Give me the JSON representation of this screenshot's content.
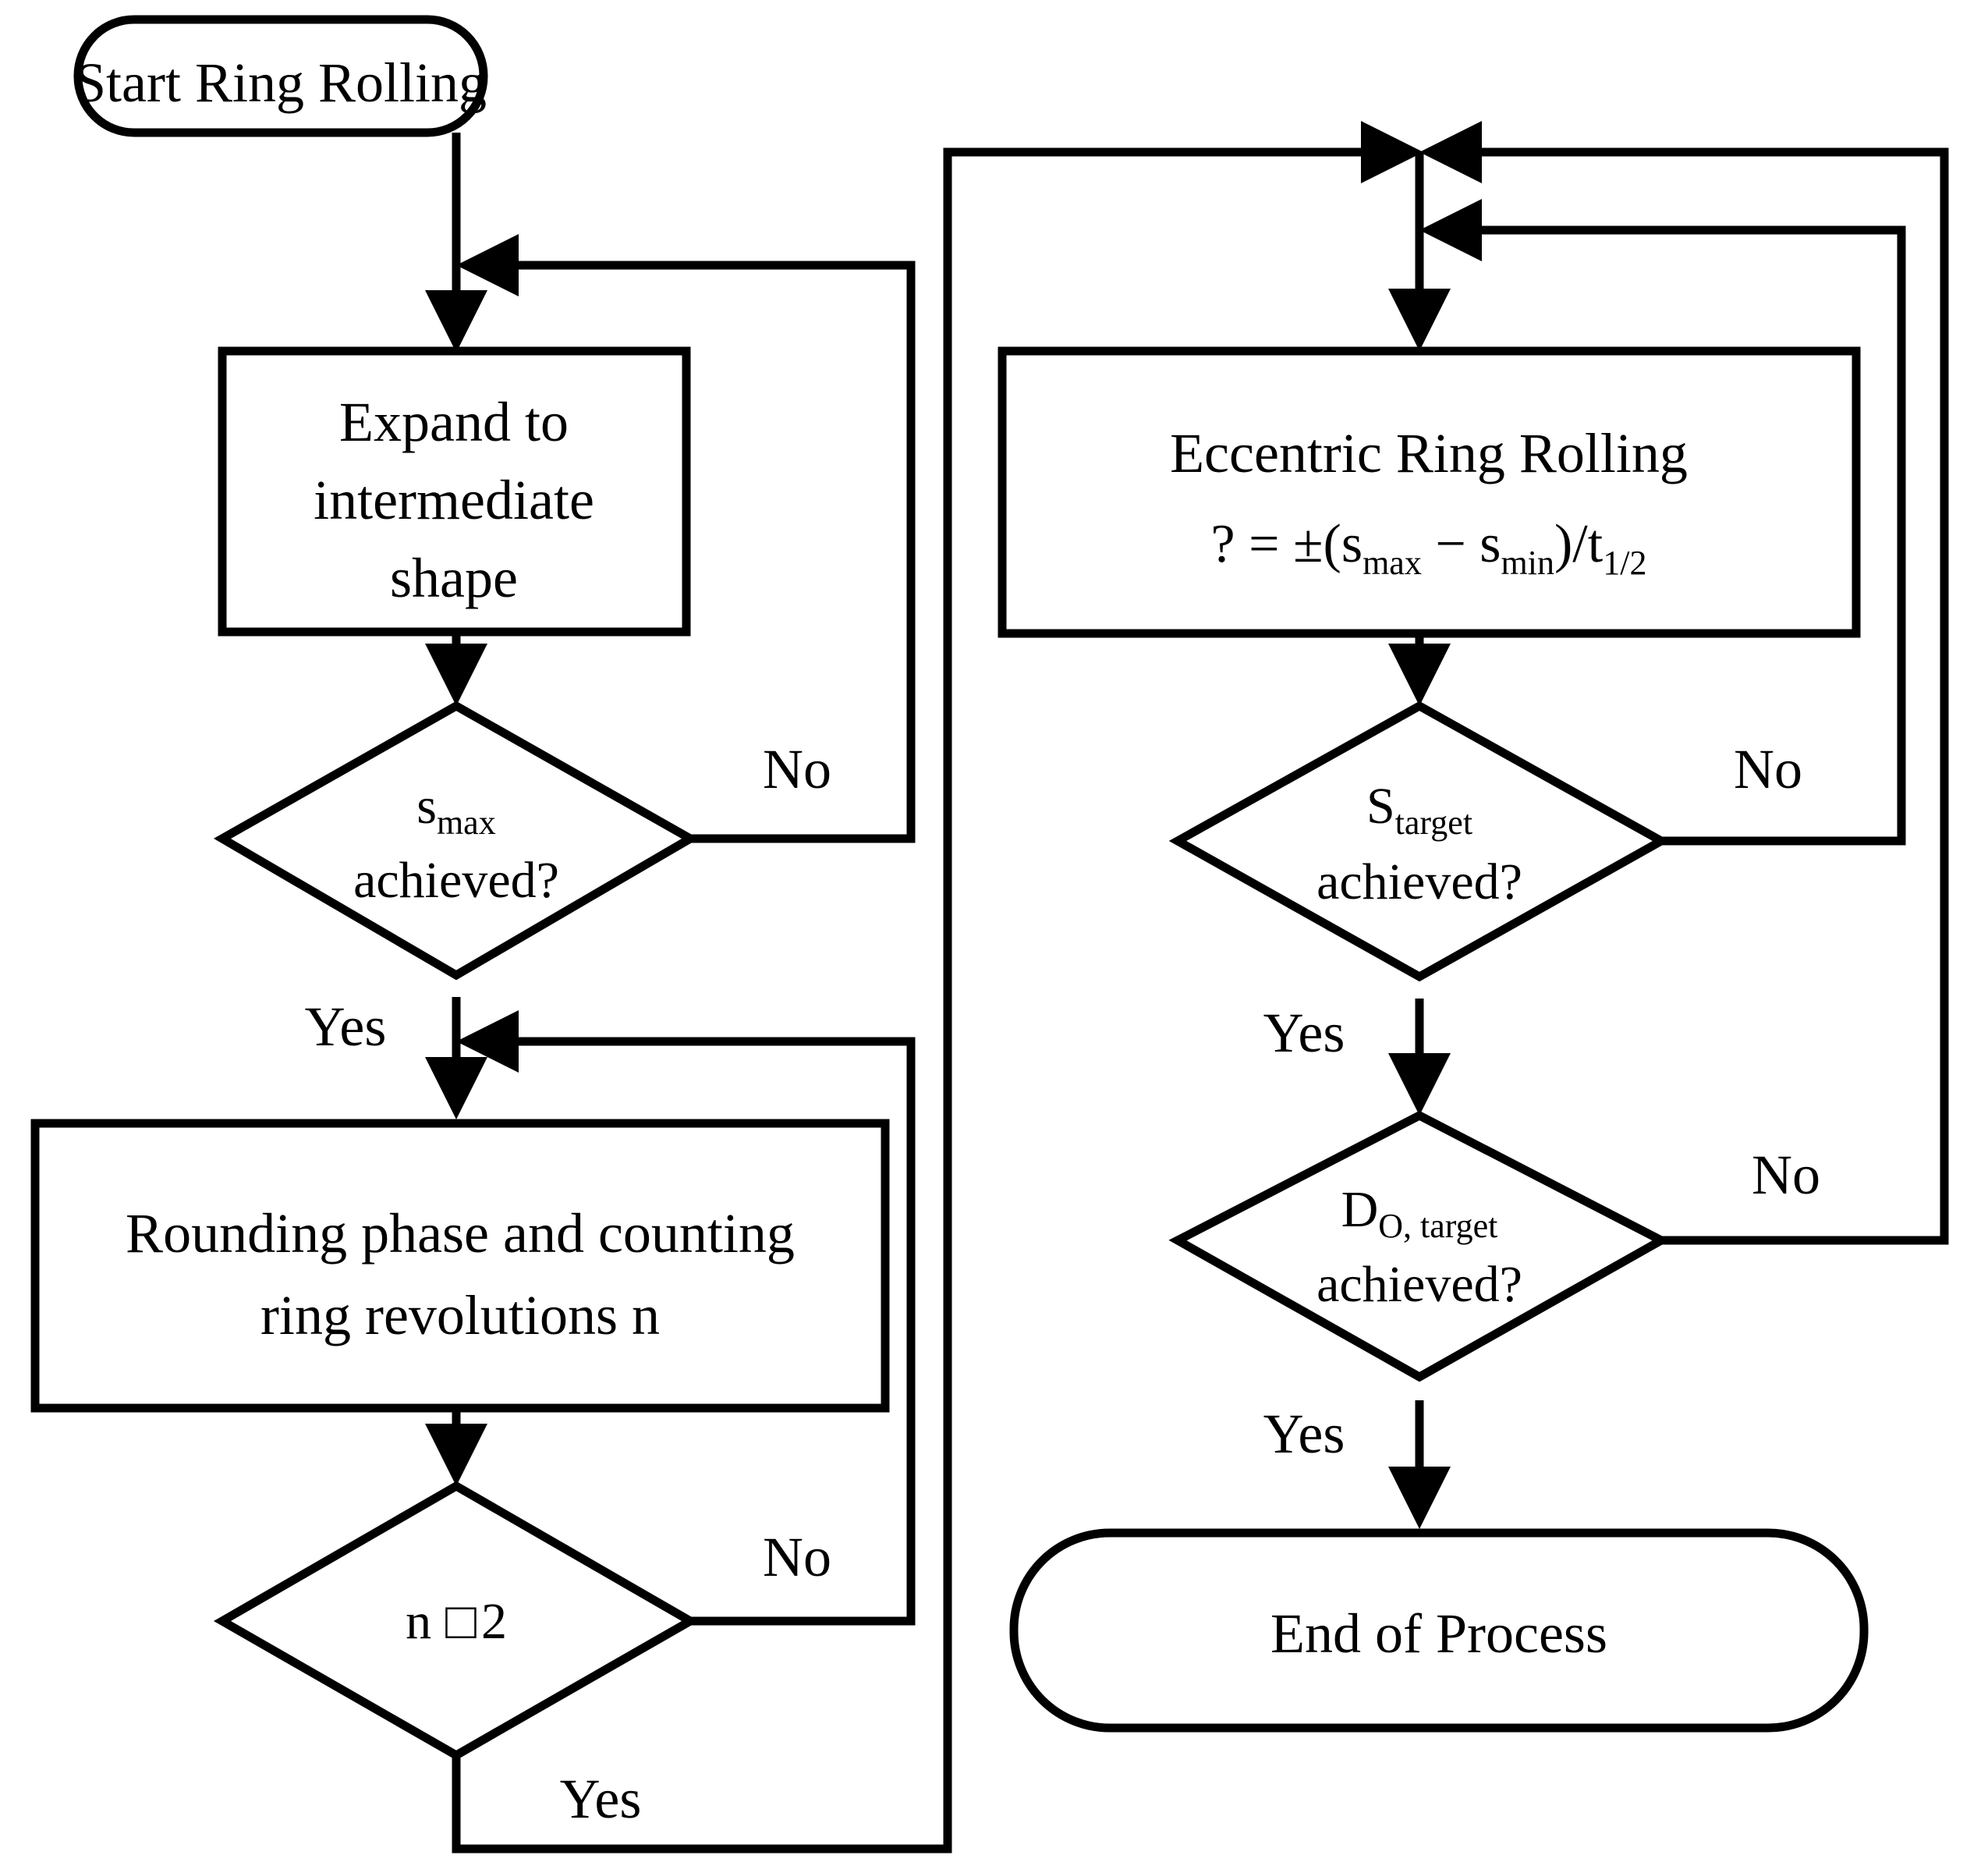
{
  "diagram": {
    "title": "Ring Rolling Process Flowchart",
    "background_color": "#ffffff",
    "line_color": "#000000",
    "line_width": 11
  },
  "nodes": {
    "start": {
      "type": "terminal",
      "label": "Start Ring Rolling"
    },
    "expand": {
      "type": "process",
      "line1": "Expand to",
      "line2": "intermediate",
      "line3": "shape"
    },
    "smax_decision": {
      "type": "decision",
      "var": "s",
      "subscript": "max",
      "question": "achieved?"
    },
    "rounding": {
      "type": "process",
      "line1": "Rounding phase and counting",
      "line2": "ring revolutions n"
    },
    "n_decision": {
      "type": "decision",
      "var": "n",
      "operator": "□",
      "value": "2"
    },
    "eccentric": {
      "type": "process",
      "line1": "Eccentric Ring Rolling",
      "formula_missing_glyph": "?",
      "formula_equals": " = ±(s",
      "formula_sub1": "max",
      "formula_minus": " − s",
      "formula_sub2": "min",
      "formula_close": ")/t",
      "formula_sub3": "1/2"
    },
    "starget_decision": {
      "type": "decision",
      "var": "S",
      "subscript": "target",
      "question": "achieved?"
    },
    "dotarget_decision": {
      "type": "decision",
      "var": "D",
      "subscript": "O, target",
      "question": "achieved?"
    },
    "end": {
      "type": "terminal",
      "label": "End of Process"
    }
  },
  "edge_labels": {
    "smax_no": "No",
    "smax_yes": "Yes",
    "n_no": "No",
    "n_yes": "Yes",
    "starget_no": "No",
    "starget_yes": "Yes",
    "dotarget_no": "No",
    "dotarget_yes": "Yes"
  }
}
